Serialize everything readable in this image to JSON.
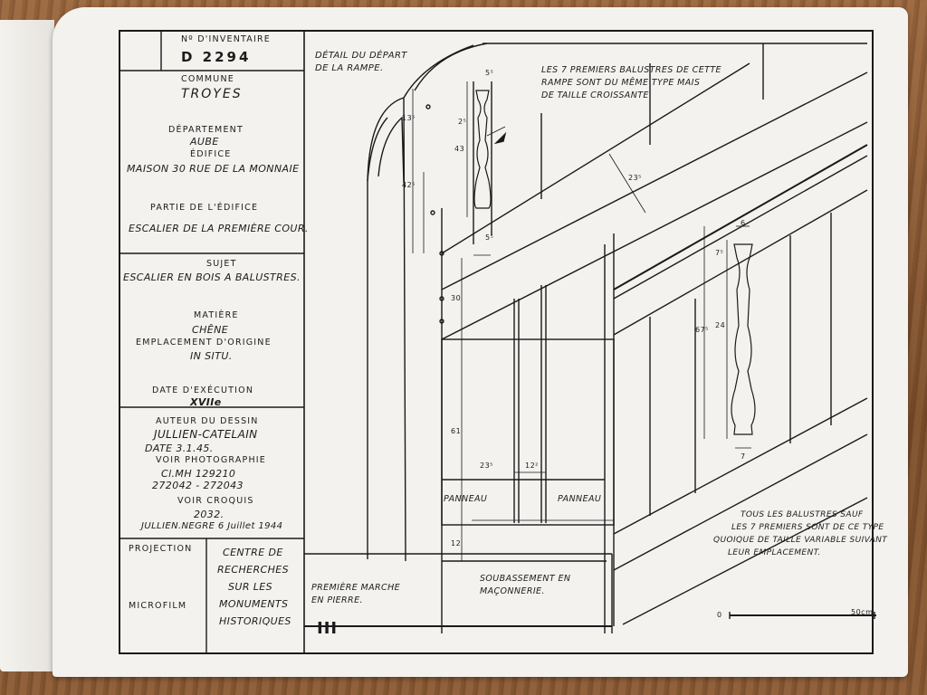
{
  "title_block": {
    "inventory_label": "Nº D'INVENTAIRE",
    "inventory_number": "D 2294",
    "commune_label": "COMMUNE",
    "commune": "TROYES",
    "departement_label": "DÉPARTEMENT",
    "departement": "AUBE",
    "edifice_label": "ÉDIFICE",
    "edifice": "MAISON 30 RUE DE LA MONNAIE",
    "partie_label": "PARTIE DE L'ÉDIFICE",
    "partie": "ESCALIER DE LA PREMIÈRE COUR.",
    "sujet_label": "SUJET",
    "sujet": "ESCALIER EN BOIS A BALUSTRES.",
    "matiere_label": "MATIÈRE",
    "matiere": "CHÊNE",
    "emplacement_label": "EMPLACEMENT D'ORIGINE",
    "emplacement": "IN SITU.",
    "date_exec_label": "DATE D'EXÉCUTION",
    "date_exec": "XVIIe",
    "auteur_label": "AUTEUR DU DESSIN",
    "auteur": "JULLIEN-CATELAIN",
    "date": "DATE 3.1.45.",
    "photo_label": "VOIR PHOTOGRAPHIE",
    "photo_ref1": "Cl.MH 129210",
    "photo_ref2": "272042 - 272043",
    "croquis_label": "VOIR CROQUIS",
    "croquis": "2032.",
    "signature": "JULLIEN.NEGRE 6 Juillet 1944",
    "projection_label": "PROJECTION",
    "microfilm_label": "MICROFILM",
    "centre_lines": [
      "CENTRE DE",
      "RECHERCHES",
      "SUR LES",
      "MONUMENTS",
      "HISTORIQUES"
    ]
  },
  "drawing": {
    "detail_title_1": "DÉTAIL DU DÉPART",
    "detail_title_2": "DE LA RAMPE.",
    "note_top_1": "LES 7 PREMIERS BALUSTRES DE CETTE",
    "note_top_2": "RAMPE SONT DU MÊME TYPE MAIS",
    "note_top_3": "DE TAILLE CROISSANTE.",
    "note_bottom_1": "TOUS LES BALUSTRES SAUF",
    "note_bottom_2": "LES 7 PREMIERS SONT DE CE TYPE",
    "note_bottom_3": "QUOIQUE DE TAILLE VARIABLE SUIVANT",
    "note_bottom_4": "LEUR EMPLACEMENT.",
    "panneau_1": "PANNEAU",
    "panneau_2": "PANNEAU",
    "premiere_marche_1": "PREMIÈRE MARCHE",
    "premiere_marche_2": "EN PIERRE.",
    "soubassement_1": "SOUBASSEMENT EN",
    "soubassement_2": "MAÇONNERIE.",
    "sheet_number": "III",
    "scale_start": "0",
    "scale_end": "50cm",
    "dims": {
      "d135": "13⁵",
      "d42": "42⁵",
      "d43": "43",
      "d30": "30",
      "d61": "61",
      "d12": "12",
      "d235": "23⁵",
      "d235b": "23⁵",
      "d122": "12²",
      "d6": "6",
      "d7": "7",
      "d675": "67⁵",
      "d24": "24",
      "d5t": "5⁵",
      "d5b": "5⁵",
      "d25": "2⁵",
      "d75": "7⁵"
    }
  }
}
